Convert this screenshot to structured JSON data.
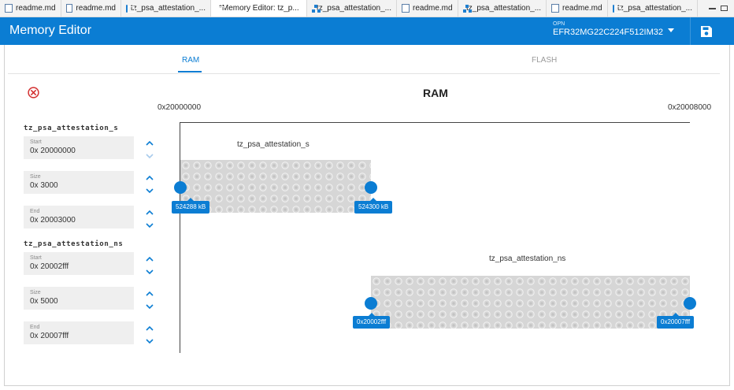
{
  "tabs": [
    {
      "label": "readme.md",
      "icon": "document-icon",
      "active": false
    },
    {
      "label": "readme.md",
      "icon": "document-icon",
      "active": false
    },
    {
      "label": "tz_psa_attestation_...",
      "icon": "memory-editor-icon",
      "active": false
    },
    {
      "label": "*Memory Editor: tz_p...",
      "icon": "memory-editor-icon",
      "active": true
    },
    {
      "label": "tz_psa_attestation_...",
      "icon": "project-tree-icon",
      "active": false
    },
    {
      "label": "readme.md",
      "icon": "document-icon",
      "active": false
    },
    {
      "label": "tz_psa_attestation_...",
      "icon": "project-tree-icon",
      "active": false
    },
    {
      "label": "readme.md",
      "icon": "document-icon",
      "active": false
    },
    {
      "label": "tz_psa_attestation_...",
      "icon": "memory-editor-icon",
      "active": false
    }
  ],
  "header": {
    "title": "Memory Editor",
    "opn_label": "OPN",
    "opn_value": "EFR32MG22C224F512IM32",
    "accent": "#0b7dd3"
  },
  "view_tabs": {
    "ram": "RAM",
    "flash": "FLASH",
    "selected": "RAM"
  },
  "main": {
    "title": "RAM",
    "range_start": "0x20000000",
    "range_end": "0x20008000"
  },
  "regions": [
    {
      "name": "tz_psa_attestation_s",
      "fields": [
        {
          "label": "Start",
          "value": "0x 20000000"
        },
        {
          "label": "Size",
          "value": "0x 3000"
        },
        {
          "label": "End",
          "value": "0x 20003000"
        }
      ],
      "start_badge": "524288 kB",
      "end_badge": "524300 kB"
    },
    {
      "name": "tz_psa_attestation_ns",
      "fields": [
        {
          "label": "Start",
          "value": "0x 20002fff"
        },
        {
          "label": "Size",
          "value": "0x 5000"
        },
        {
          "label": "End",
          "value": "0x 20007fff"
        }
      ],
      "start_badge": "0x20002fff",
      "end_badge": "0x20007fff"
    }
  ]
}
